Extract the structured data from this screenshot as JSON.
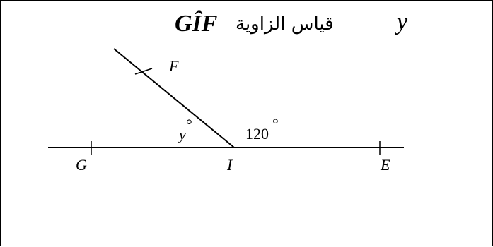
{
  "title": {
    "angle_name": "GÎF",
    "arabic_text": "قياس الزاوية",
    "unknown": "y"
  },
  "points": {
    "F": "F",
    "G": "G",
    "I": "I",
    "E": "E"
  },
  "angles": {
    "given_value": "120",
    "unknown_label": "y",
    "degree_symbol": "°"
  }
}
